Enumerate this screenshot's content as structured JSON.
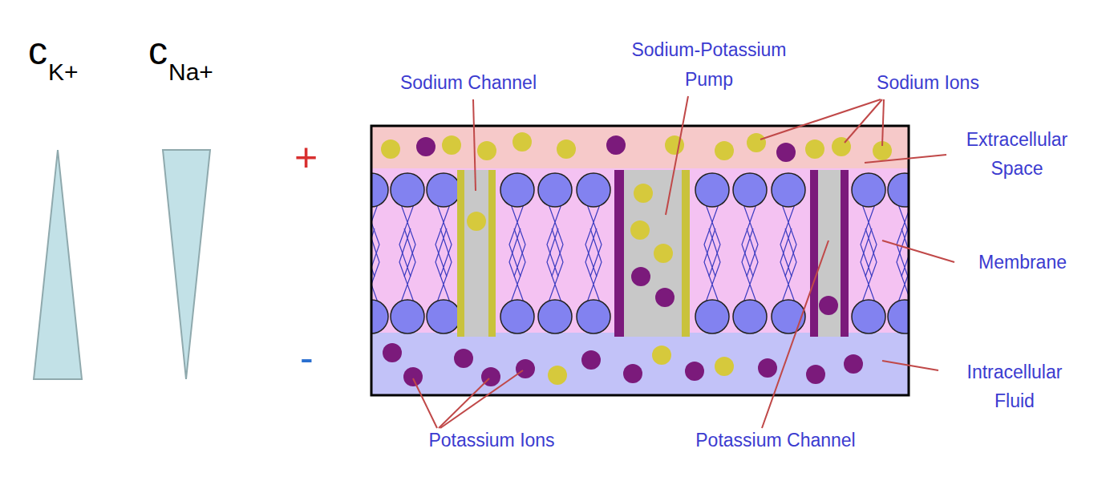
{
  "diagram": {
    "labels": [
      "c",
      "K+",
      "c",
      "Na+",
      "+",
      "-",
      "Sodium Channel",
      "Sodium-Potassium Pump",
      "Sodium Ions",
      "Extracellular Space",
      "Membrane",
      "Intracellular Fluid",
      "Potassium Ions",
      "Potassium Channel"
    ]
  }
}
